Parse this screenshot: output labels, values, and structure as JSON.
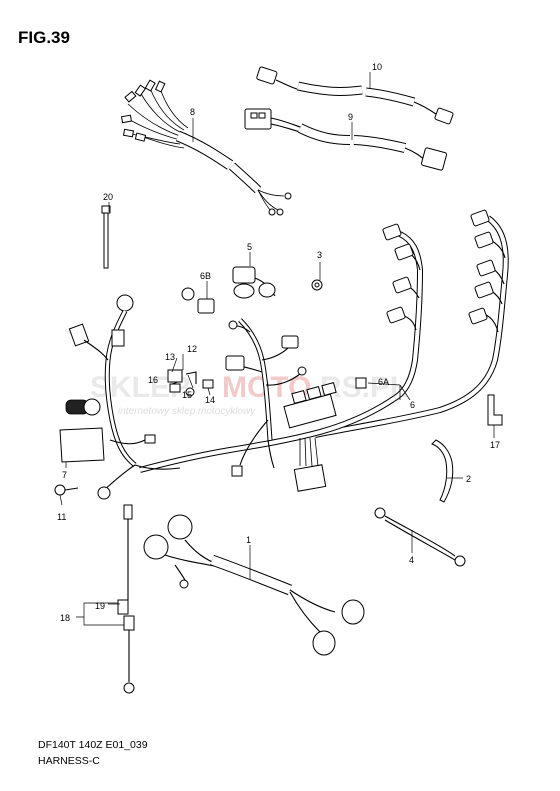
{
  "figure": {
    "title": "FIG.39",
    "footer_code": "DF140T 140Z E01_039",
    "footer_name": "HARNESS-C"
  },
  "watermark": {
    "brand_part1": "SKLEP",
    "brand_part2": "MOTO",
    "brand_part3": "RS.PL",
    "tagline": "internetowy sklep motocyklowy"
  },
  "callouts": {
    "p1": "1",
    "p2": "2",
    "p3": "3",
    "p4": "4",
    "p5": "5",
    "p6": "6",
    "p6a": "6A",
    "p6b": "6B",
    "p7": "7",
    "p8": "8",
    "p9": "9",
    "p10": "10",
    "p11": "11",
    "p12": "12",
    "p13": "13",
    "p14": "14",
    "p15": "15",
    "p16": "16",
    "p17": "17",
    "p18": "18",
    "p19": "19",
    "p20": "20"
  },
  "colors": {
    "line": "#000000",
    "background": "#ffffff",
    "watermark_grey": "#d8d8d8",
    "watermark_red": "#e9a0a0"
  }
}
